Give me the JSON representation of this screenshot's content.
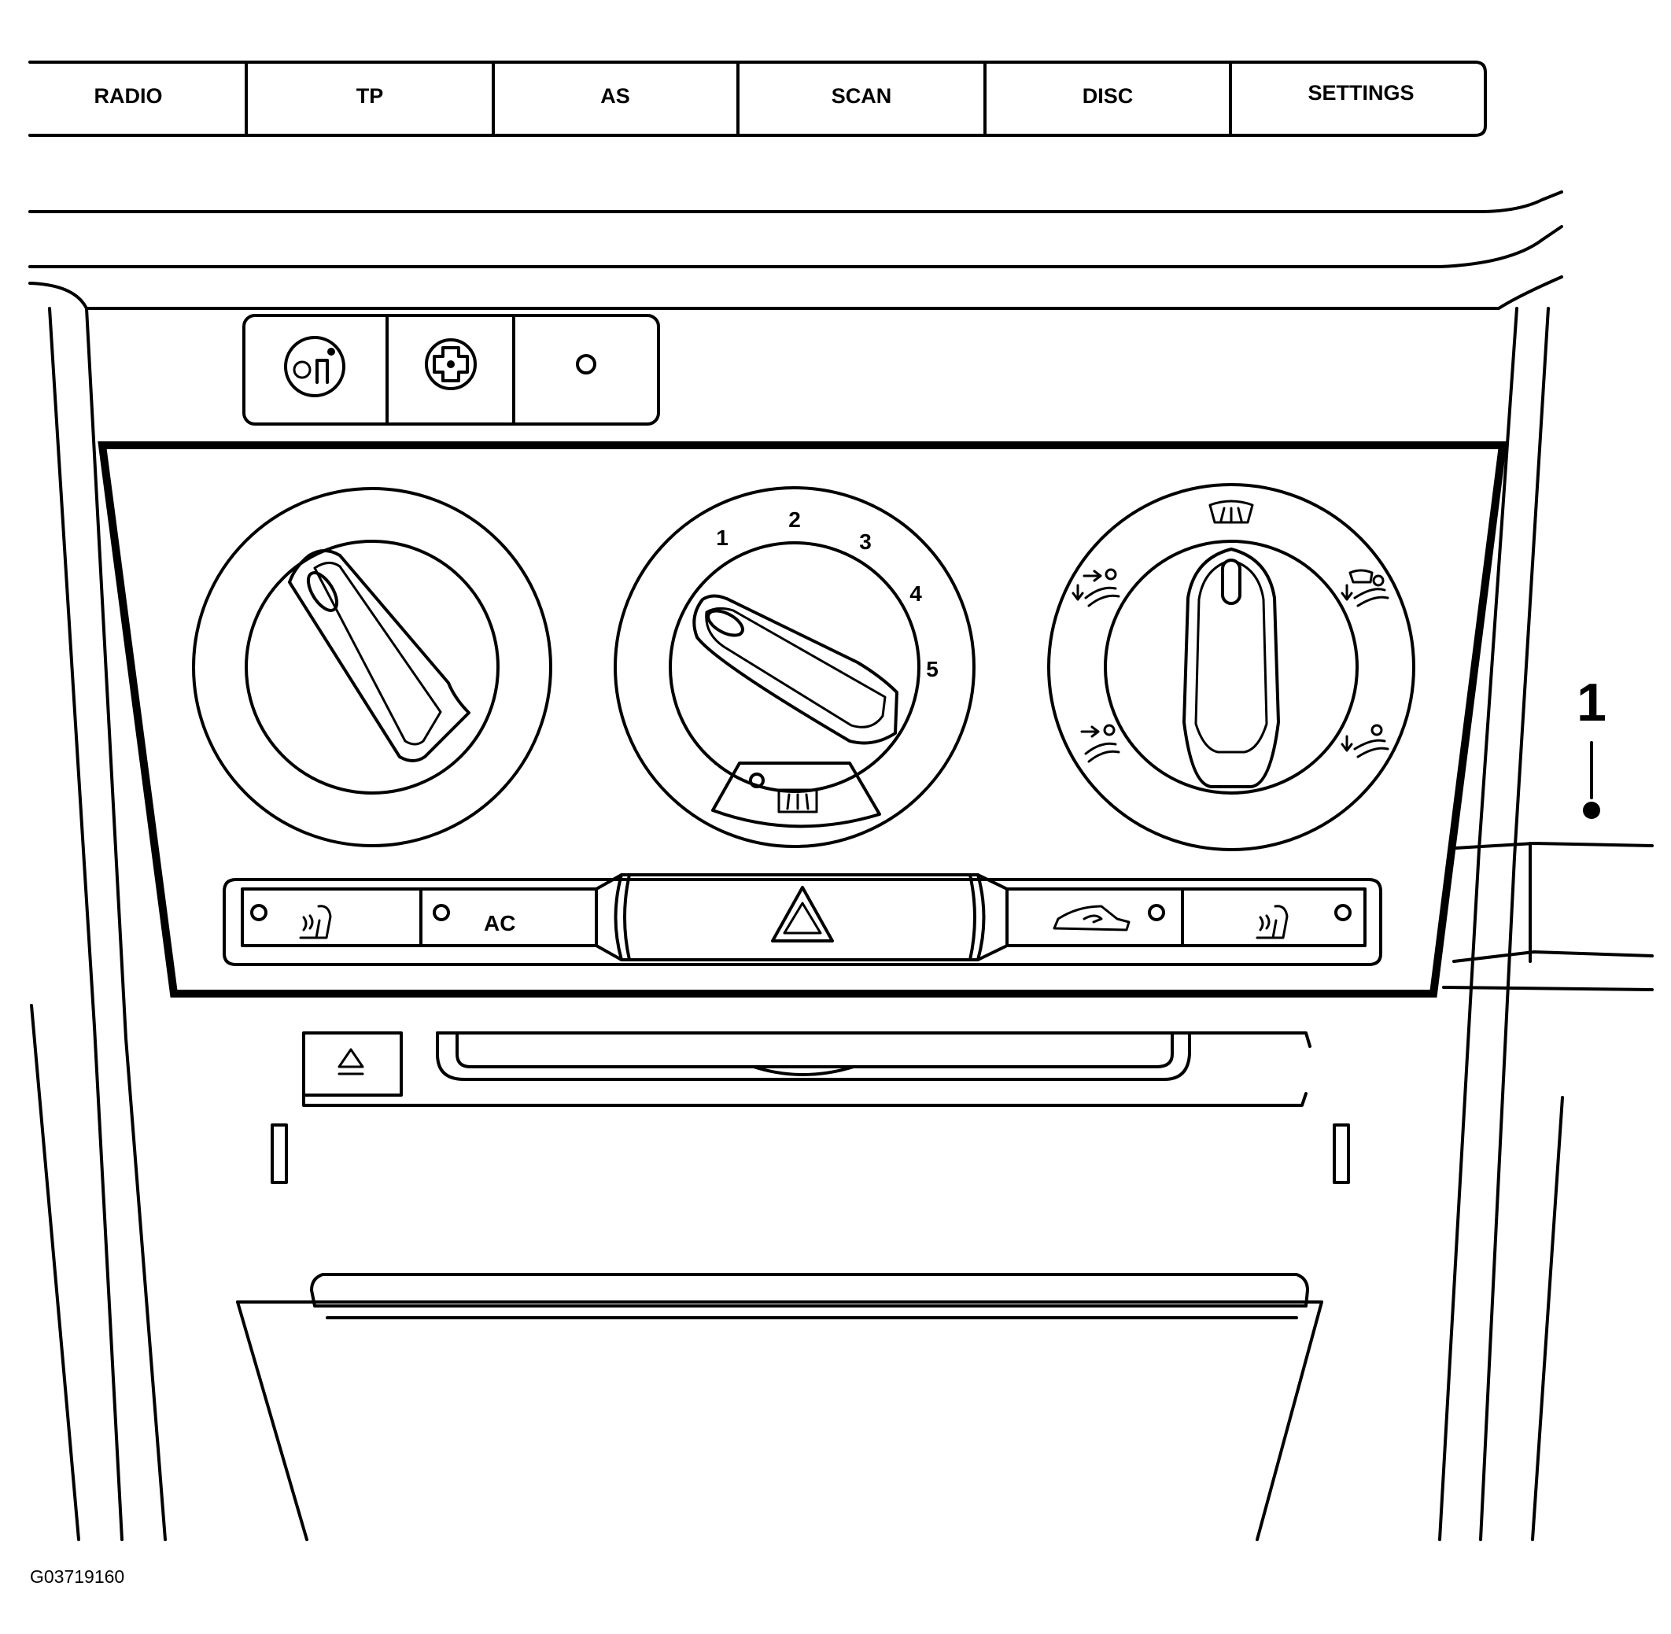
{
  "radio_bar": {
    "buttons": [
      "RADIO",
      "TP",
      "AS",
      "SCAN",
      "DISC",
      "SETTINGS"
    ]
  },
  "fan_dial": {
    "speeds": [
      "1",
      "2",
      "3",
      "4",
      "5"
    ]
  },
  "lower_buttons": {
    "ac_label": "AC"
  },
  "callout": {
    "number": "1"
  },
  "figure_id": "G03719160",
  "icons": {
    "top_switches": [
      "occupant-sensor-icon",
      "stability-control-icon",
      "indicator-led-icon"
    ],
    "temperature": "temperature-knob-icon",
    "fan": "fan-speed-knob-icon",
    "rear_defrost": "rear-defrost-icon",
    "air_distribution": [
      "windshield-defrost-icon",
      "defrost-footwell-icon",
      "footwell-icon",
      "face-vent-icon",
      "face-footwell-icon"
    ],
    "lower_left": [
      "heated-seat-icon",
      "ac-button-icon"
    ],
    "hazard": "hazard-triangle-icon",
    "lower_right": [
      "recirculation-icon",
      "heated-seat-icon"
    ],
    "cd_eject": "eject-icon"
  }
}
